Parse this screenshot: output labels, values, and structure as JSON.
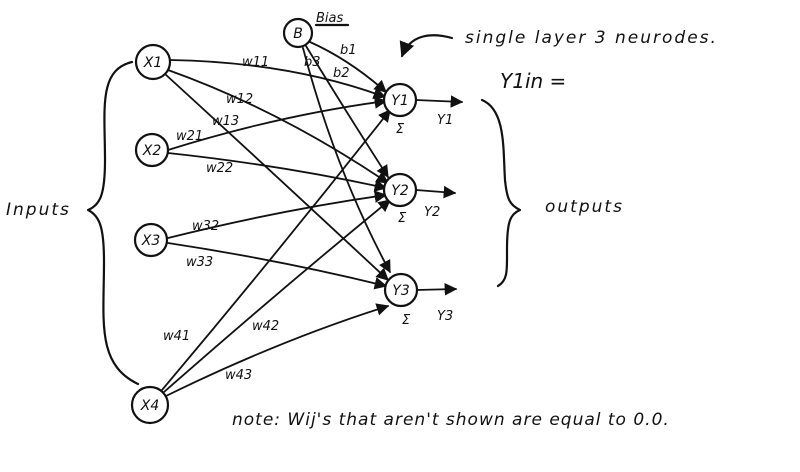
{
  "nodes": {
    "inputs": [
      "X1",
      "X2",
      "X3",
      "X4"
    ],
    "bias": "B",
    "outputs": [
      "Y1",
      "Y2",
      "Y3"
    ]
  },
  "summation_symbol": "Σ",
  "weights": {
    "w11": "w11",
    "w12": "w12",
    "w13": "w13",
    "w21": "w21",
    "w22": "w22",
    "w32": "w32",
    "w33": "w33",
    "w41": "w41",
    "w42": "w42",
    "w43": "w43"
  },
  "biases": {
    "b1": "b1",
    "b2": "b2",
    "b3": "b3"
  },
  "outputs": [
    "Y1",
    "Y2",
    "Y3"
  ],
  "annotations": {
    "bias_heading": "Bias",
    "single_layer": "single layer 3 neurodes.",
    "y_in": "Y1in =",
    "inputs": "Inputs",
    "outputs": "outputs",
    "note": "note: Wij's that aren't shown are equal to 0.0."
  }
}
